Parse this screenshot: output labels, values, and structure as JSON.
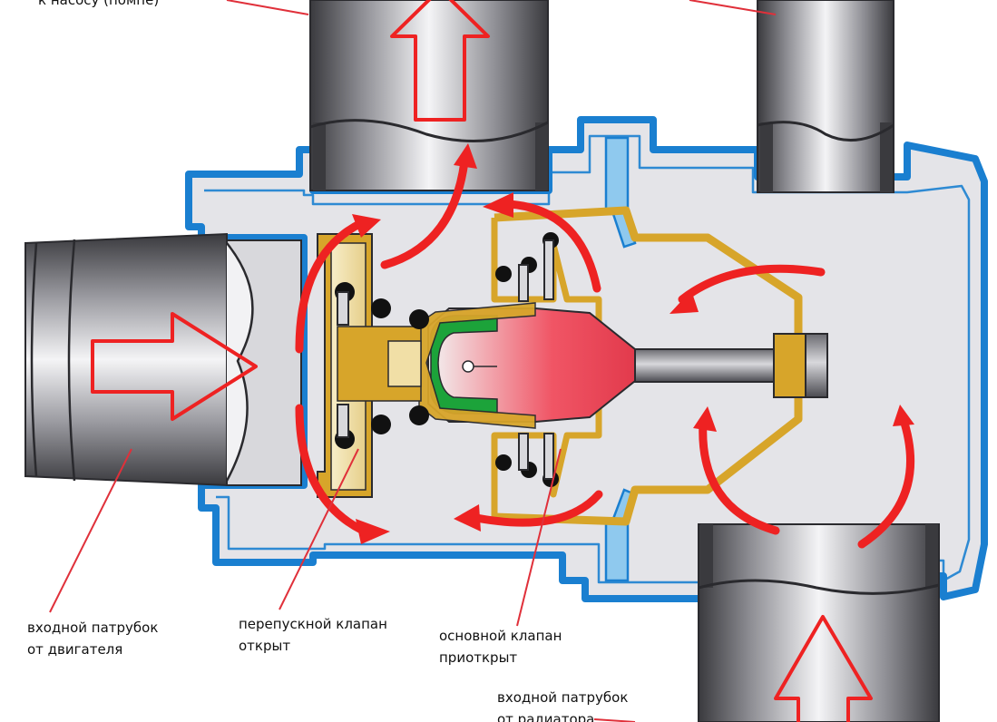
{
  "labels": {
    "top_left": {
      "line1": "к насосу (помпе)"
    },
    "engine_inlet": {
      "line1": "входной патрубок",
      "line2": "от двигателя"
    },
    "bypass_valve": {
      "line1": "перепускной клапан",
      "line2": "открыт"
    },
    "main_valve": {
      "line1": "основной клапан",
      "line2": "приоткрыт"
    },
    "radiator_inlet": {
      "line1": "входной патрубок",
      "line2": "от радиатора"
    }
  },
  "colors": {
    "housing_outline": "#1a7fd0",
    "housing_fill": "#e4e4e8",
    "brass": "#d7a52a",
    "brass_light": "#f1dfa6",
    "valve_red": "#f04a5a",
    "seal_green": "#1ca33a",
    "flow_arrow": "#ee2222",
    "leader_line": "#e0303a"
  }
}
